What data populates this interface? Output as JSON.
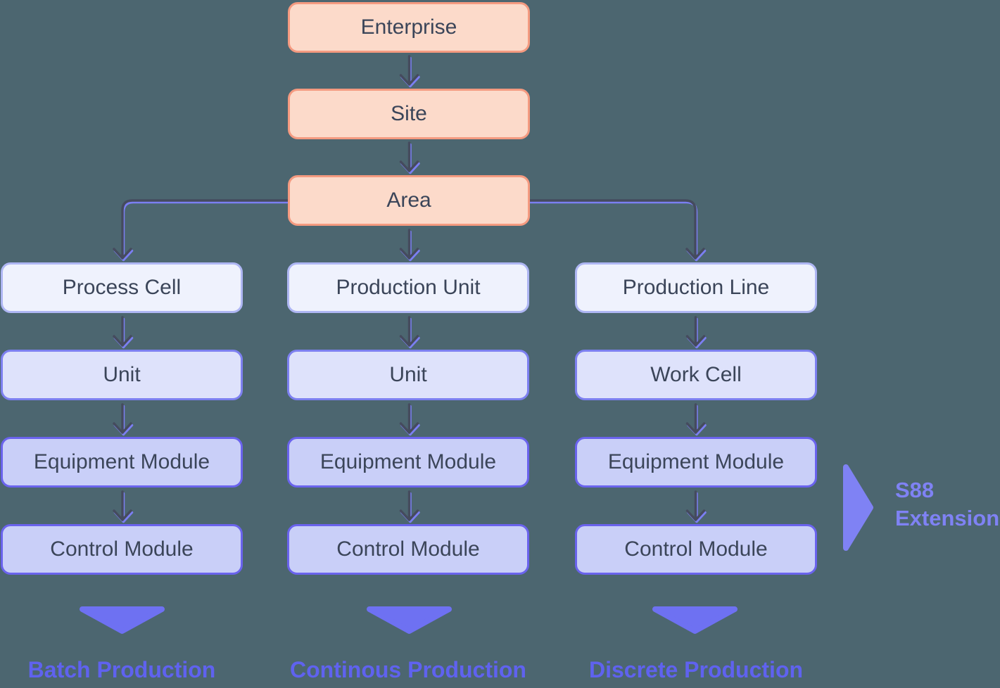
{
  "top_chain": [
    {
      "label": "Enterprise"
    },
    {
      "label": "Site"
    },
    {
      "label": "Area"
    }
  ],
  "columns": [
    {
      "id": "batch",
      "levels": [
        "Process Cell",
        "Unit",
        "Equipment Module",
        "Control Module"
      ],
      "production_type": "Batch Production"
    },
    {
      "id": "continuous",
      "levels": [
        "Production Unit",
        "Unit",
        "Equipment Module",
        "Control Module"
      ],
      "production_type": "Continous Production"
    },
    {
      "id": "discrete",
      "levels": [
        "Production Line",
        "Work Cell",
        "Equipment Module",
        "Control Module"
      ],
      "production_type": "Discrete Production"
    }
  ],
  "side_annotation": {
    "line1": "S88",
    "line2": "Extension"
  },
  "colors": {
    "background": "#4C6670",
    "top_box_fill": "#FCDACA",
    "top_box_border": "#F49A80",
    "level1_fill": "#EFF2FD",
    "level1_border": "#AEB6F3",
    "level2_fill": "#DEE2FB",
    "level2_border": "#7D80F0",
    "level3_4_fill": "#C9CFF8",
    "level3_4_border": "#6A63ED",
    "box_text": "#3B4559",
    "connector": "#454B5E",
    "connector_shadow": "#7B7FF2",
    "production_triangle": "#6E71F2",
    "production_text": "#5F62EF",
    "side_accent": "#7F82F4"
  }
}
